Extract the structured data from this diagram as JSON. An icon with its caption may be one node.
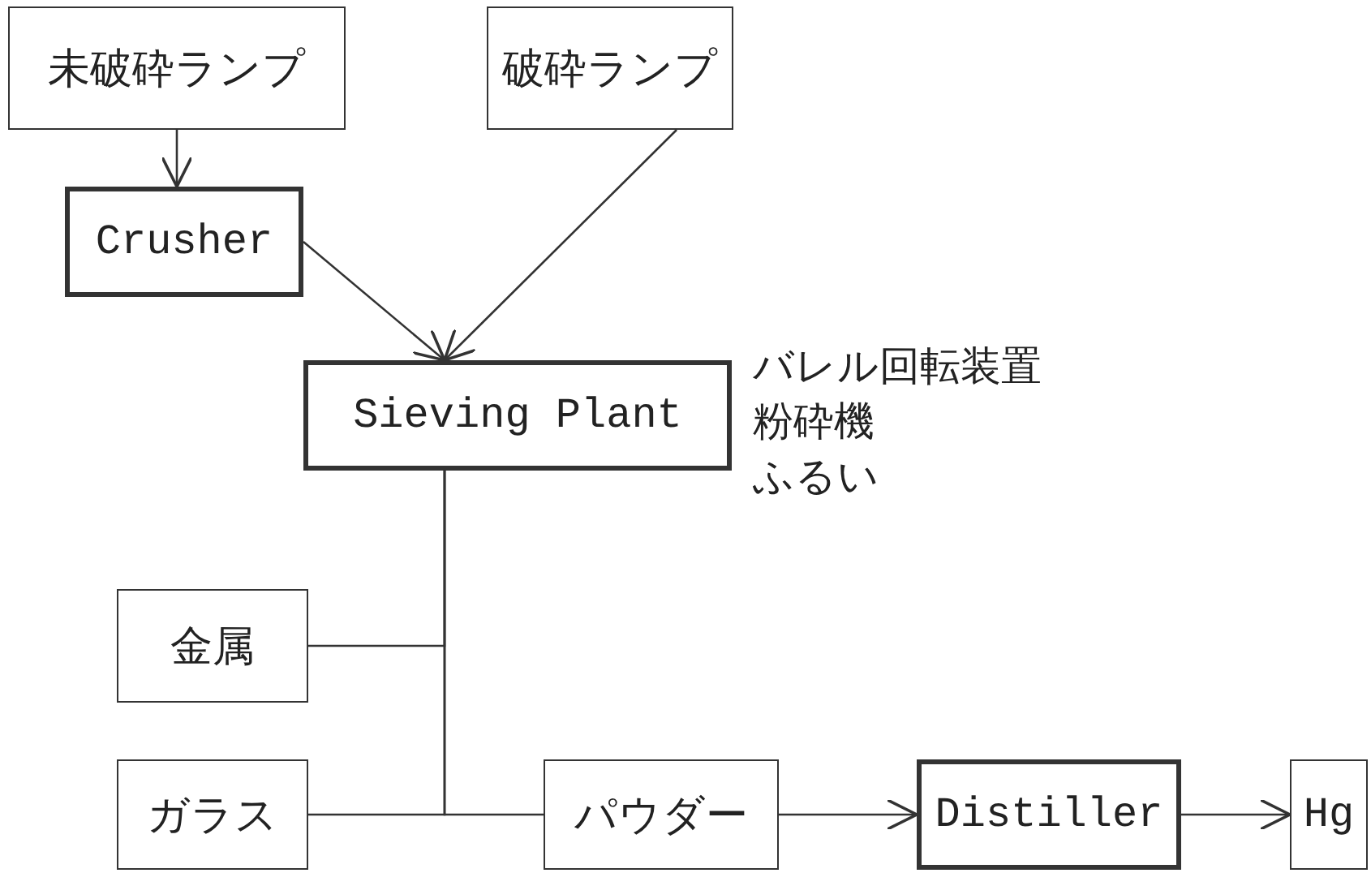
{
  "diagram": {
    "nodes": [
      {
        "text": [
          "未破砕ランプ"
        ]
      },
      {
        "text": [
          "破砕ランプ"
        ]
      },
      {
        "text": [
          "Crusher"
        ]
      },
      {
        "text": [
          "Sieving Plant"
        ],
        "beside": [
          "バレル回転装置",
          "粉砕機",
          "ふるい"
        ]
      },
      {
        "text": [
          "金属"
        ]
      },
      {
        "text": [
          "ガラス"
        ]
      },
      {
        "text": [
          "パウダー"
        ]
      },
      {
        "text": [
          "Distiller"
        ]
      },
      {
        "text": [
          "Hg"
        ]
      }
    ],
    "edges": [
      {
        "from": 0,
        "to": 2,
        "arrow": "to"
      },
      {
        "from": 2,
        "to": 3,
        "arrow": "to"
      },
      {
        "from": 1,
        "to": 3,
        "arrow": "to"
      },
      {
        "from": 3,
        "to": 4,
        "arrow": "none"
      },
      {
        "from": 3,
        "to": 5,
        "arrow": "none"
      },
      {
        "from": 3,
        "to": 6,
        "arrow": "none"
      },
      {
        "from": 6,
        "to": 7,
        "arrow": "to"
      },
      {
        "from": 7,
        "to": 8,
        "arrow": "to"
      }
    ]
  }
}
